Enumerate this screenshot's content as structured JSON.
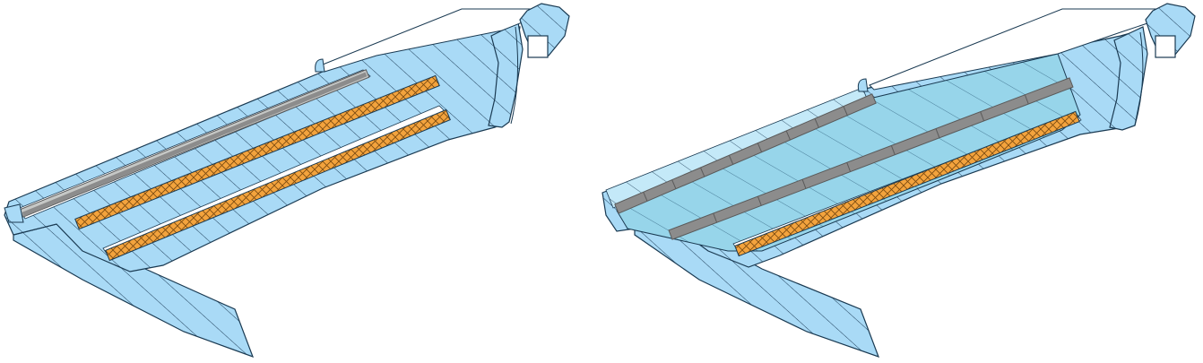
{
  "colors": {
    "background": "#ffffff",
    "insulation_fill": "#a9daf6",
    "insulation_light_fill": "#c4e9f8",
    "cavity_fill": "#97d5ea",
    "outline": "#1a3a52",
    "hatch_line": "#1f3f5a",
    "heater_fill": "#f3a33d",
    "heater_mesh": "#7a4a10",
    "bar_gray": "#8c8c8c",
    "bar_light": "#c6c8c6",
    "bar_dark": "#5a5a5a"
  },
  "panels": [
    {
      "variant": "one-bar",
      "bars": 1,
      "heater_strips": 2
    },
    {
      "variant": "two-bar",
      "bars": 2,
      "heater_strips": 1
    }
  ]
}
